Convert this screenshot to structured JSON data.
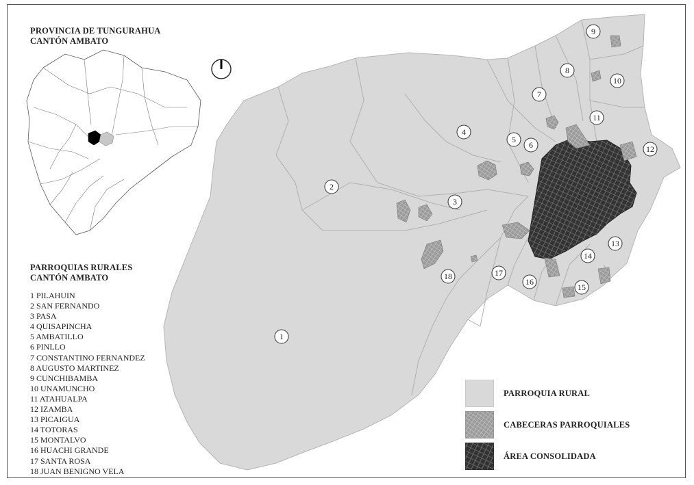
{
  "province_title": {
    "line1": "PROVINCIA DE TUNGURAHUA",
    "line2": "CANTÓN AMBATO"
  },
  "rural_title": {
    "line1": "PARROQUIAS RURALES",
    "line2": "CANTÓN AMBATO"
  },
  "parishes": [
    {
      "number": "1",
      "name": "1 PILAHUIN"
    },
    {
      "number": "2",
      "name": "2 SAN FERNANDO"
    },
    {
      "number": "3",
      "name": "3 PASA"
    },
    {
      "number": "4",
      "name": "4 QUISAPINCHA"
    },
    {
      "number": "5",
      "name": "5 AMBATILLO"
    },
    {
      "number": "6",
      "name": "6 PINLLO"
    },
    {
      "number": "7",
      "name": "7 CONSTANTINO FERNANDEZ"
    },
    {
      "number": "8",
      "name": "8 AUGUSTO MARTINEZ"
    },
    {
      "number": "9",
      "name": "9 CUNCHIBAMBA"
    },
    {
      "number": "10",
      "name": "10 UNAMUNCHO"
    },
    {
      "number": "11",
      "name": "11 ATAHUALPA"
    },
    {
      "number": "12",
      "name": "12 IZAMBA"
    },
    {
      "number": "13",
      "name": "13 PICAIGUA"
    },
    {
      "number": "14",
      "name": "14 TOTORAS"
    },
    {
      "number": "15",
      "name": "15 MONTALVO"
    },
    {
      "number": "16",
      "name": "16 HUACHI GRANDE"
    },
    {
      "number": "17",
      "name": "17 SANTA ROSA"
    },
    {
      "number": "18",
      "name": "18 JUAN BENIGNO VELA"
    }
  ],
  "legend": {
    "rural": "PARROQUIA RURAL",
    "heads": "CABECERAS PARROQUIALES",
    "consolidated": "ÁREA CONSOLIDADA"
  },
  "colors": {
    "rural_fill": "#d9d9d9",
    "rural_border": "#b5b5b5",
    "parish_heads": "#8c8c8c",
    "consolidated_area": "#3a3a3a",
    "canton_highlight": "#000000",
    "province_highlight": "#c8c8c8"
  },
  "icons": {
    "north_arrow": "north-arrow-icon"
  }
}
